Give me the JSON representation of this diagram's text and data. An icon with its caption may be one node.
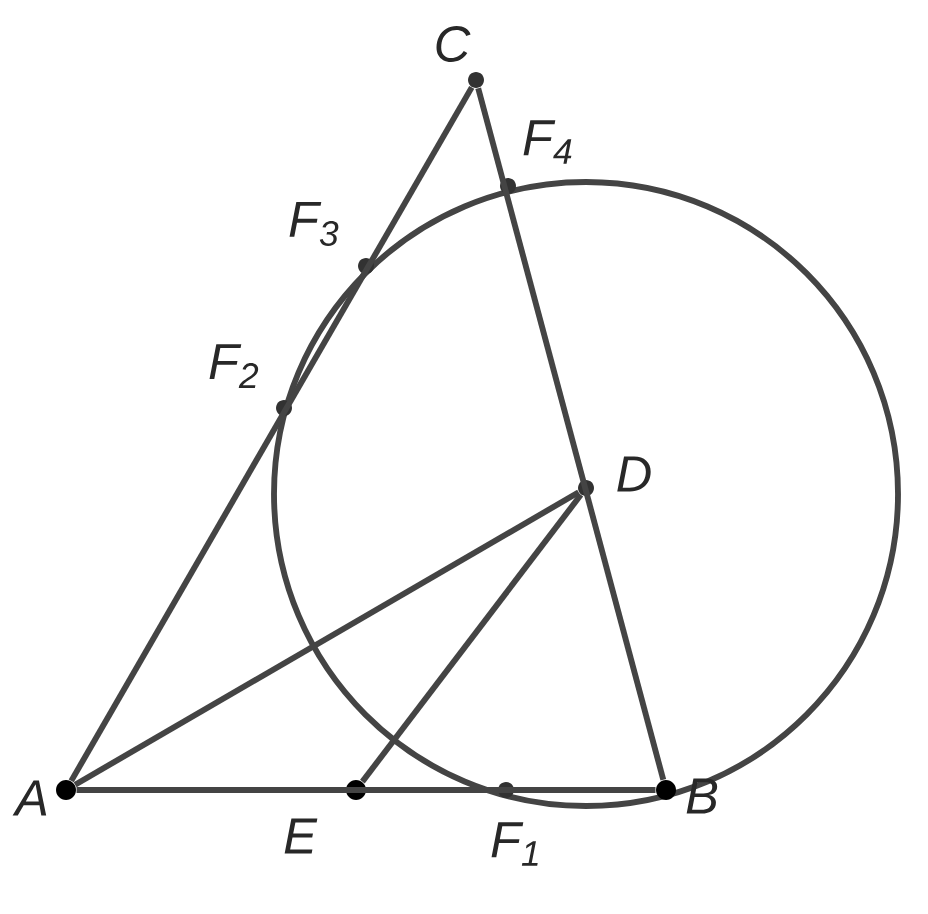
{
  "diagram": {
    "nodes": [
      {
        "text": [
          "A"
        ]
      },
      {
        "text": [
          "B"
        ]
      },
      {
        "text": [
          "C"
        ]
      },
      {
        "text": [
          "D"
        ]
      },
      {
        "text": [
          "E"
        ]
      },
      {
        "text": [
          "F$_{1}$"
        ]
      },
      {
        "text": [
          "F$_{2}$"
        ]
      },
      {
        "text": [
          "F$_{3}$"
        ]
      },
      {
        "text": [
          "F$_{4}$"
        ]
      }
    ],
    "edges": [
      {
        "from": 0,
        "to": 1,
        "arrow": "none"
      },
      {
        "from": 0,
        "to": 2,
        "arrow": "none"
      },
      {
        "from": 2,
        "to": 1,
        "arrow": "none"
      },
      {
        "from": 0,
        "to": 3,
        "arrow": "none"
      },
      {
        "from": 4,
        "to": 3,
        "arrow": "none"
      }
    ]
  }
}
